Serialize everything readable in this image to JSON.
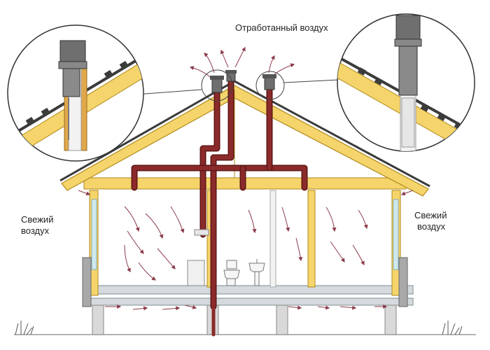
{
  "labels": {
    "exhaust_air": "Отработанный воздух",
    "fresh_air_left_1": "Свежий",
    "fresh_air_left_2": "воздух",
    "fresh_air_right_1": "Свежий",
    "fresh_air_right_2": "воздух"
  },
  "colors": {
    "timber": "#f5d46b",
    "timber_edge": "#b08a1c",
    "roof_cover": "#3b3b3b",
    "duct": "#8b2a2a",
    "duct_edge": "#5e1515",
    "duct_highlight": "#b45050",
    "insulation": "#cfe9ee",
    "floor_beam": "#d4dadd",
    "vent_cap": "#6f6f6f",
    "arrow": "#8b3a4a",
    "grass": "#555555",
    "brick": "#e0a84a"
  },
  "icons": {
    "detail_left": "roof-vent-detail-icon",
    "detail_right": "roof-vent-detail-icon",
    "toilet": "toilet-icon",
    "sink": "sink-icon",
    "grass": "grass-icon"
  }
}
